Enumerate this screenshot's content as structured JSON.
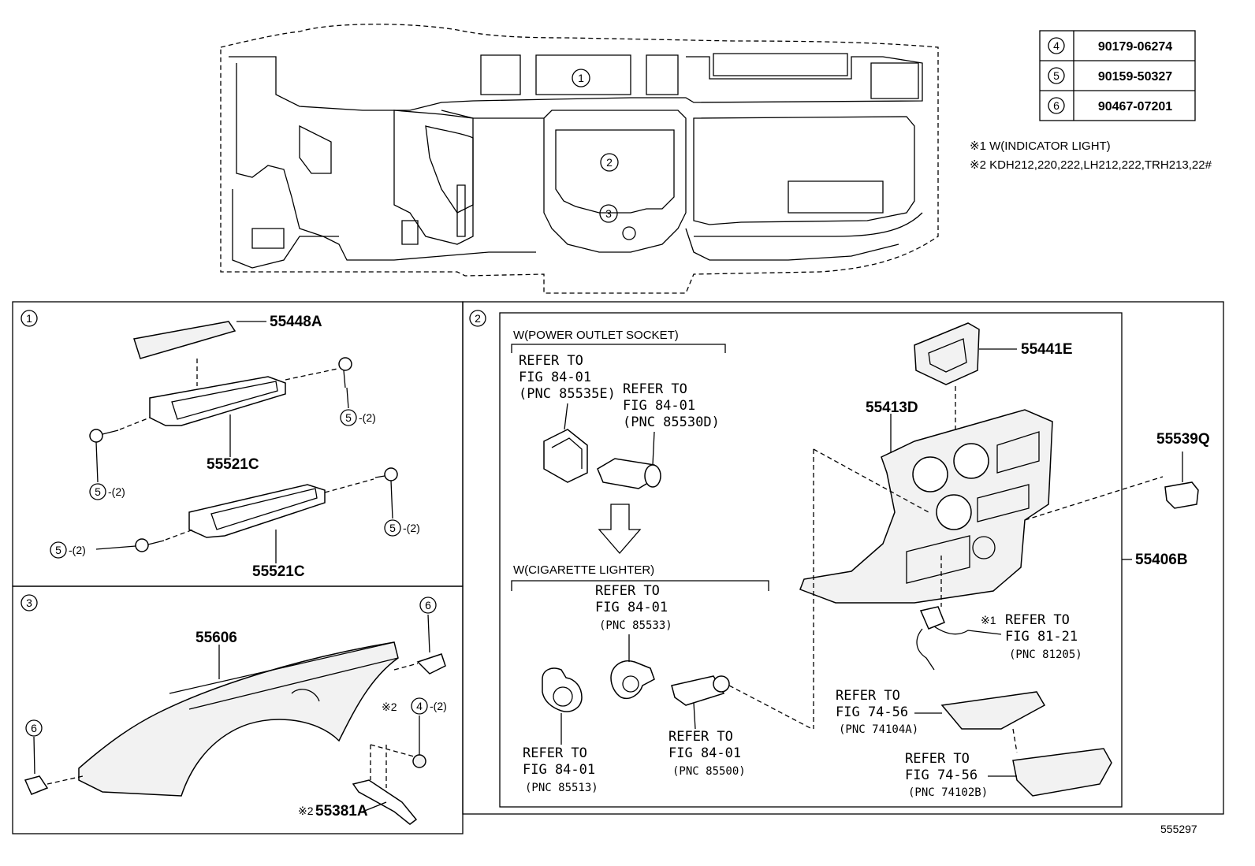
{
  "legend_table": [
    {
      "num": "4",
      "part": "90179-06274"
    },
    {
      "num": "5",
      "part": "90159-50327"
    },
    {
      "num": "6",
      "part": "90467-07201"
    }
  ],
  "notes": [
    "※1 W(INDICATOR LIGHT)",
    "※2 KDH212,220,222,LH212,222,TRH213,22#"
  ],
  "overview": {
    "callouts": [
      "1",
      "2",
      "3"
    ]
  },
  "panel1": {
    "id": "1",
    "parts": [
      "55448A",
      "55521C",
      "55521C"
    ],
    "qty": "5",
    "qty_suffix": "-(2)"
  },
  "panel2": {
    "id": "2",
    "power_outlet_header": "W(POWER OUTLET SOCKET)",
    "lighter_header": "W(CIGARETTE LIGHTER)",
    "parts": {
      "p55441E": "55441E",
      "p55413D": "55413D",
      "p55539Q": "55539Q",
      "p55406B": "55406B"
    },
    "refs": [
      {
        "l1": "REFER TO",
        "l2": "FIG 84-01",
        "l3": "(PNC 85535E)"
      },
      {
        "l1": "REFER TO",
        "l2": "FIG 84-01",
        "l3": "(PNC 85530D)"
      },
      {
        "l1": "REFER TO",
        "l2": "FIG 84-01",
        "l3": "(PNC 85533)"
      },
      {
        "l1": "REFER TO",
        "l2": "FIG 84-01",
        "l3": "(PNC 85513)"
      },
      {
        "l1": "REFER TO",
        "l2": "FIG 84-01",
        "l3": "(PNC 85500)"
      },
      {
        "l1": "REFER TO",
        "l2": "FIG 81-21",
        "l3": "(PNC 81205)"
      },
      {
        "l1": "REFER TO",
        "l2": "FIG 74-56",
        "l3": "(PNC 74104A)"
      },
      {
        "l1": "REFER TO",
        "l2": "FIG 74-56",
        "l3": "(PNC 74102B)"
      }
    ],
    "indicator_mark": "※1"
  },
  "panel3": {
    "id": "3",
    "part_55606": "55606",
    "part_55381A": "55381A",
    "mark2": "※2",
    "qty6": "6",
    "qty4": "4",
    "qty4_suffix": "-(2)"
  },
  "figure_id": "555297"
}
